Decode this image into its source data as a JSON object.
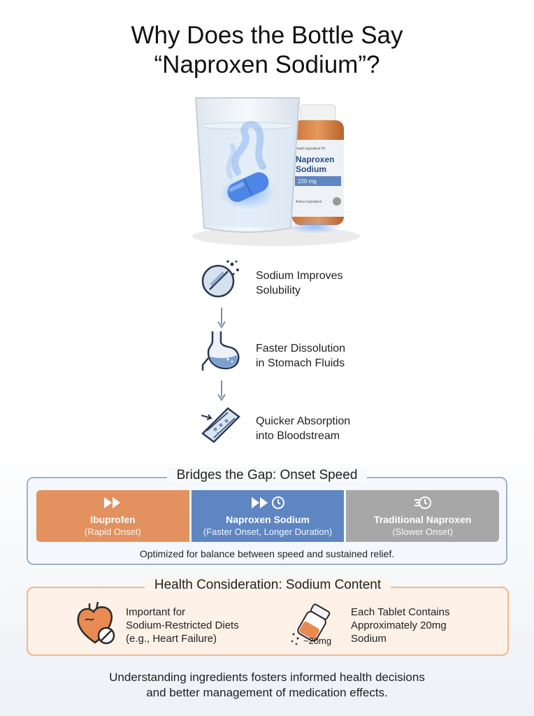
{
  "title": {
    "line1": "Why Does the Bottle Say",
    "line2": "“Naproxen Sodium”?"
  },
  "bottle": {
    "small_text": "Nadd ingredient ##",
    "name_line1": "Naproxen",
    "name_line2": "Sodium",
    "dose": "220 mg",
    "bottom_text": "Active Ingredient"
  },
  "steps": [
    {
      "icon": "dissolving-pill-icon",
      "line1": "Sodium Improves",
      "line2": "Solubility"
    },
    {
      "icon": "stomach-icon",
      "line1": "Faster Dissolution",
      "line2": "in Stomach Fluids"
    },
    {
      "icon": "blood-vessel-icon",
      "line1": "Quicker Absorption",
      "line2": "into Bloodstream"
    }
  ],
  "onset": {
    "title": "Bridges the Gap: Onset Speed",
    "cards": [
      {
        "name": "Ibuprofen",
        "sub": "(Rapid Onset)",
        "color": "#e3915f",
        "icon": "fast-forward-icon"
      },
      {
        "name": "Naproxen Sodium",
        "sub": "(Faster Onset, Longer Duration)",
        "color": "#5f86c3",
        "icon": "fast-forward-clock-icon"
      },
      {
        "name": "Traditional Naproxen",
        "sub": "(Slower Onset)",
        "color": "#a7a7a7",
        "icon": "slow-clock-icon"
      }
    ],
    "note": "Optimized for balance between speed and sustained relief."
  },
  "health": {
    "title": "Health Consideration: Sodium Content",
    "left": {
      "icon": "heart-restricted-icon",
      "line1": "Important for",
      "line2": "Sodium-Restricted Diets",
      "line3": "(e.g., Heart Failure)"
    },
    "right": {
      "icon": "salt-shaker-icon",
      "amount": "~20mg",
      "line1": "Each Tablet Contains",
      "line2": "Approximately 20mg",
      "line3": "Sodium"
    }
  },
  "footer": {
    "line1": "Understanding ingredients fosters informed health decisions",
    "line2": "and better management of medication effects."
  }
}
